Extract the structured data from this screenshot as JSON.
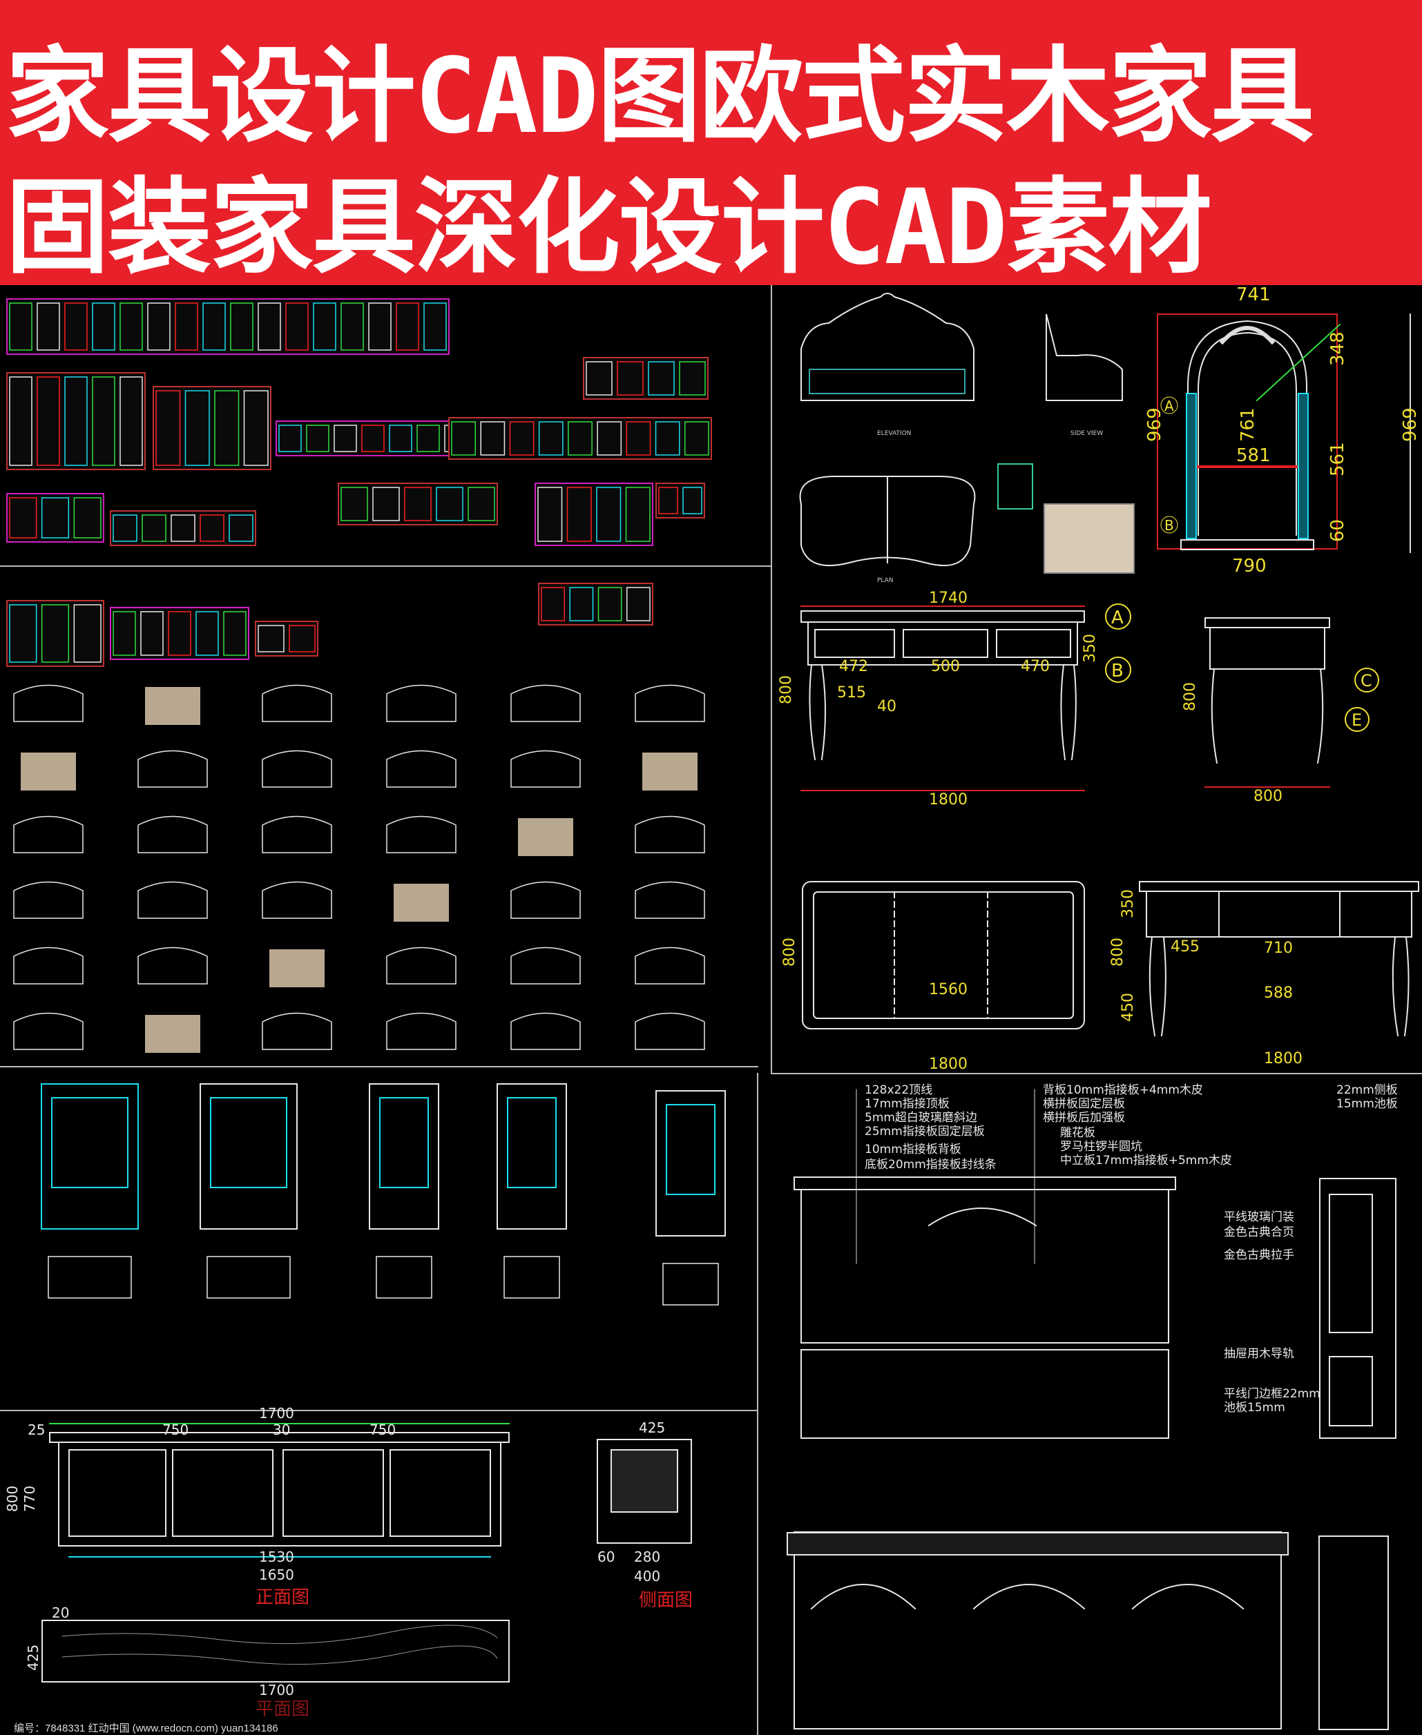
{
  "banner": {
    "title_line1": "家具设计CAD图欧式实木家具",
    "title_line2": "固装家具深化设计CAD素材",
    "background": "#e8202a"
  },
  "colors": {
    "cad_white": "#e8e8e8",
    "cad_cyan": "#19e0f0",
    "cad_red": "#ff2020",
    "cad_yellow": "#f0e030",
    "cad_green": "#30e040",
    "cad_magenta": "#d020c0"
  },
  "arch_frame": {
    "dims": {
      "top": "741",
      "bottom": "790",
      "height": "969",
      "inner": "761",
      "mid": "581",
      "right": "561",
      "crown": "348",
      "base": "60"
    },
    "markers": [
      "A",
      "B"
    ]
  },
  "sofa": {
    "views": [
      "ELEVATION",
      "SIDE VIEW",
      "PLAN"
    ]
  },
  "console_table": {
    "dims": {
      "top": "1740",
      "bottom": "1800",
      "height": "800",
      "d1": "472",
      "d2": "500",
      "d3": "470",
      "leg": "515",
      "gap": "40",
      "upper": "350"
    },
    "markers": [
      "A",
      "B"
    ]
  },
  "side_table": {
    "dims": {
      "width": "800",
      "height": "800"
    },
    "markers": [
      "C",
      "E"
    ]
  },
  "desk": {
    "plan_dims": {
      "inner": "1560",
      "outer": "1800",
      "depth": "800"
    },
    "elev_dims": {
      "left": "455",
      "mid": "710",
      "lower": "588",
      "width": "1800",
      "height": "800",
      "top": "350",
      "leg": "450"
    }
  },
  "bookcase": {
    "notes_left": [
      "128x22顶线",
      "17mm指接顶板",
      "5mm超白玻璃磨斜边",
      "25mm指接板固定层板",
      "10mm指接板背板",
      "底板20mm指接板封线条"
    ],
    "notes_right": [
      "背板10mm指接板+4mm木皮",
      "横拼板固定层板",
      "横拼板后加强板",
      "雕花板",
      "罗马柱锣半圆坑",
      "中立板17mm指接板+5mm木皮"
    ],
    "notes_side": [
      "平线玻璃门装",
      "金色古典合页",
      "金色古典拉手",
      "抽屉用木导轨",
      "平线门边框22mm",
      "池板15mm"
    ],
    "side_notes": [
      "22mm侧板",
      "15mm池板"
    ]
  },
  "tv_cabinet": {
    "dims": {
      "total": "1700",
      "seg1": "750",
      "seg2": "750",
      "mid": "30",
      "edge": "25",
      "inner": "1530",
      "outer": "1650",
      "height": "800",
      "h2": "770"
    },
    "front_label": "正面图",
    "side_dims": {
      "width": "425",
      "base": "400",
      "d1": "60",
      "d2": "280"
    },
    "side_label": "侧面图",
    "plan_dims": {
      "total": "1700",
      "edge": "20",
      "depth": "425"
    },
    "plan_label": "平面图"
  },
  "footer": {
    "text": "编号：7848331    红动中国 (www.redocn.com)    yuan134186"
  }
}
